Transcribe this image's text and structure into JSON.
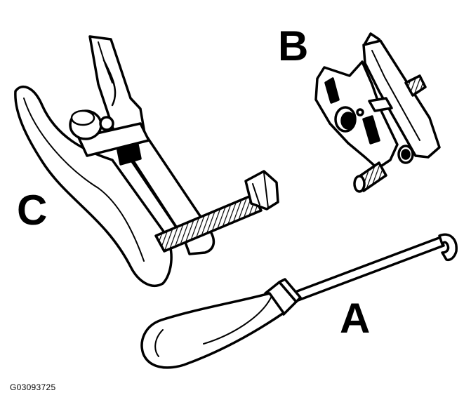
{
  "figure": {
    "labels": {
      "a": "A",
      "b": "B",
      "c": "C"
    },
    "code": "G03093725"
  },
  "icons": {
    "tool_a": "hook-pick-tool-icon",
    "tool_b": "tie-rod-end-separator-icon",
    "tool_c": "ball-joint-separator-fork-icon"
  }
}
